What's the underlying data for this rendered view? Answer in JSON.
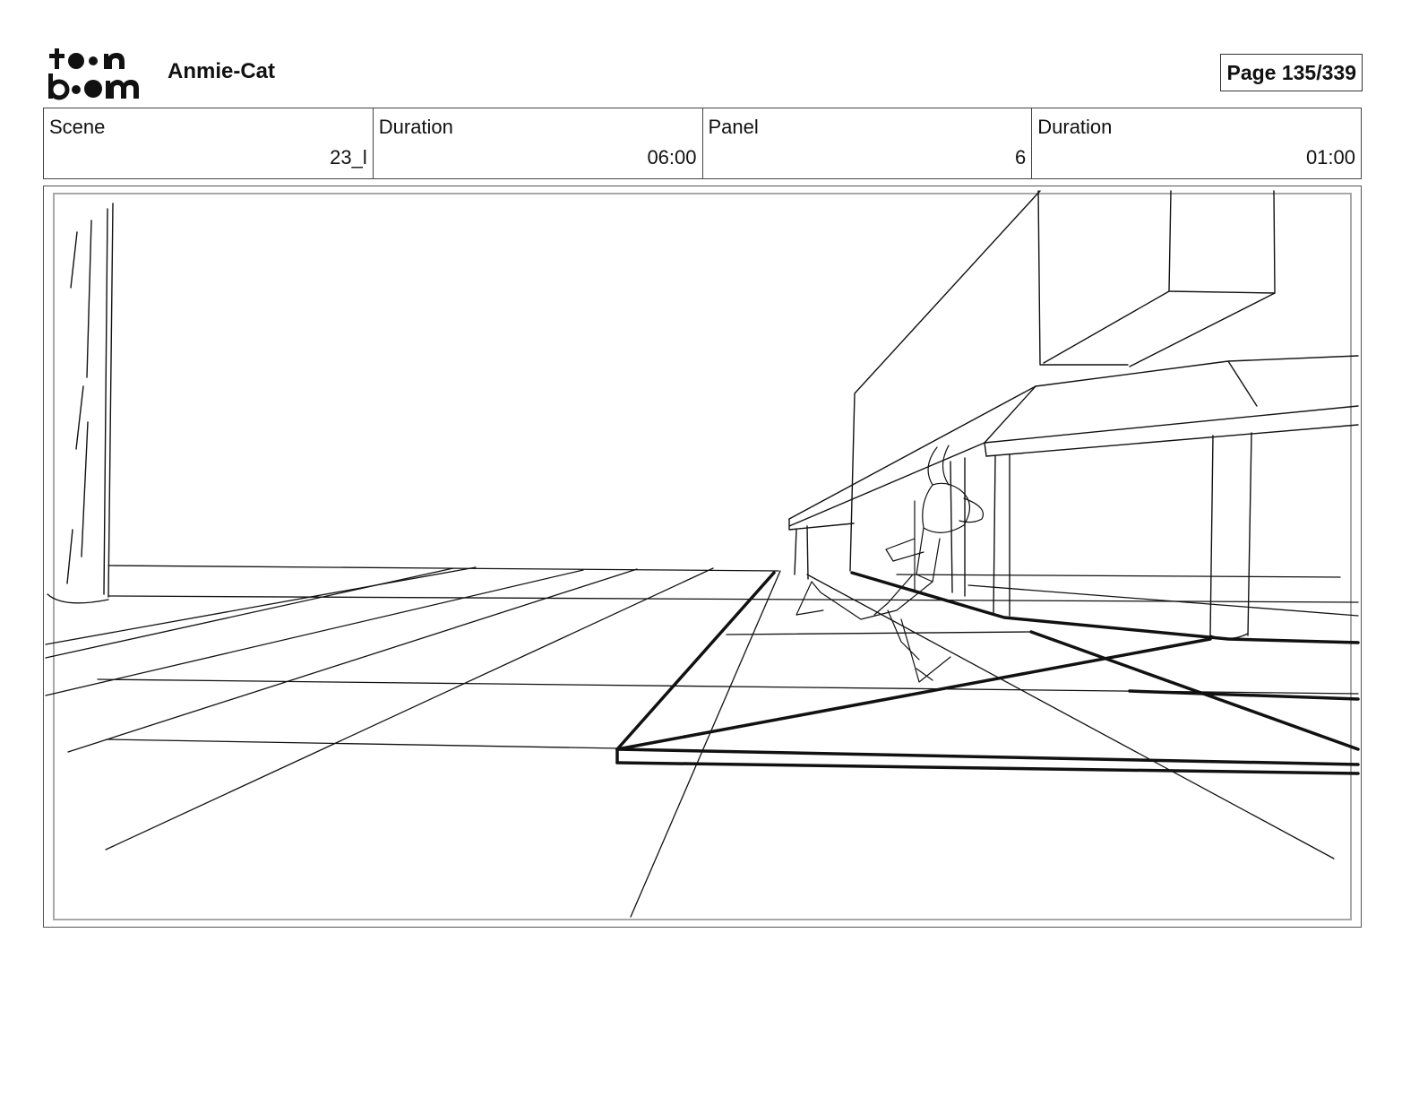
{
  "header": {
    "project_title": "Anmie-Cat",
    "page_indicator": "Page 135/339"
  },
  "info_bar": {
    "scene_label": "Scene",
    "scene_value": "23_l",
    "scene_duration_label": "Duration",
    "scene_duration_value": "06:00",
    "panel_label": "Panel",
    "panel_value": "6",
    "panel_duration_label": "Duration",
    "panel_duration_value": "01:00"
  },
  "icons": {
    "logo": "toon-boom-logo"
  }
}
